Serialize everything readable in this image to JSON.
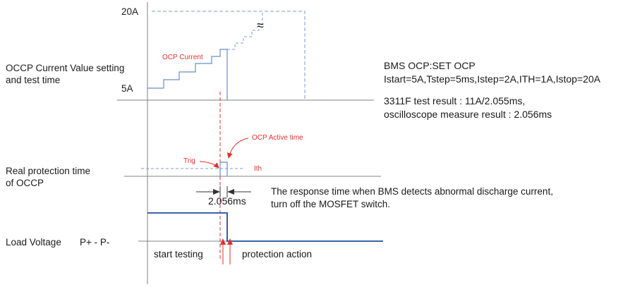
{
  "colors": {
    "axis": "#808080",
    "step": "#6a8dc8",
    "blue_dashed": "#7b9bd0",
    "red": "#e0312b",
    "voltage": "#1e4e9c",
    "text": "#1a1a1a"
  },
  "left_labels": {
    "occp_line1": "OCCP Current Value setting",
    "occp_line2": "and test time",
    "real_line1": "Real protection time",
    "real_line2": "of OCCP",
    "load": "Load Voltage",
    "pplus": "P+ - P-"
  },
  "axis_labels": {
    "y_top": "20A",
    "y_bottom": "5A"
  },
  "annotations": {
    "ocp_current": "OCP Current",
    "approx": "≈",
    "ocp_active": "OCP Active time",
    "trig": "Trig",
    "ith": "Ith",
    "duration": "2.056ms",
    "start_testing": "start testing",
    "protection_action": "protection action"
  },
  "right_text": {
    "bms_line1": "BMS OCP:SET OCP",
    "bms_line2": "Istart=5A,Tstep=5ms,Istep=2A,ITH=1A,Istop=20A",
    "result_line1": "3311F test result  : 11A/2.055ms,",
    "result_line2": "oscilloscope measure result : 2.056ms",
    "response_line1": "The response time when BMS detects abnormal discharge current,",
    "response_line2": "turn off the MOSFET switch."
  }
}
